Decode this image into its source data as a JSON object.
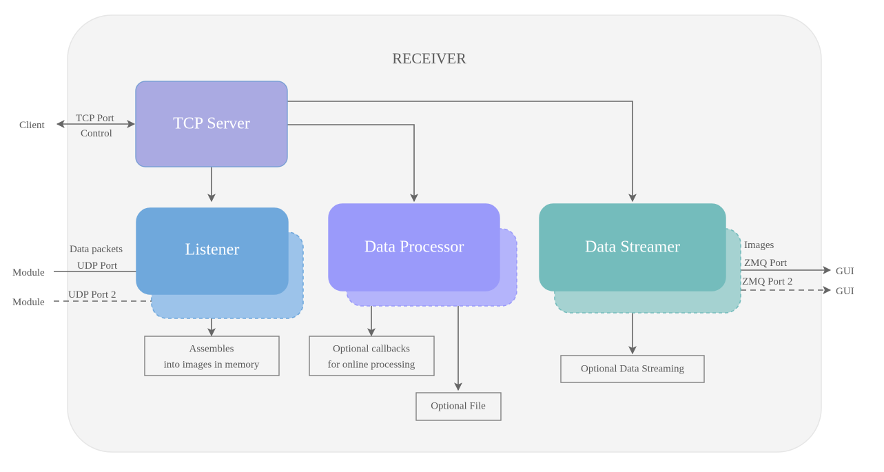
{
  "diagram": {
    "type": "flow-diagram",
    "container_title": "RECEIVER",
    "background": "#ffffff",
    "container_fill": "#f4f4f4",
    "arrow_color": "#666666",
    "text_color": "#5a5a5a"
  },
  "nodes": {
    "tcp_server": {
      "label": "TCP Server",
      "color": "#aaaae2"
    },
    "listener": {
      "label": "Listener",
      "color": "#6fa8dc",
      "shadow_color": "#9cc3ea"
    },
    "data_processor": {
      "label": "Data Processor",
      "color": "#9a9afa",
      "shadow_color": "#b4b4fb"
    },
    "data_streamer": {
      "label": "Data Streamer",
      "color": "#74bcbc",
      "shadow_color": "#a5d2d1"
    }
  },
  "sinks": {
    "assembles": {
      "line1": "Assembles",
      "line2": "into images in memory"
    },
    "callbacks": {
      "line1": "Optional callbacks",
      "line2": "for online processing"
    },
    "optional_file": {
      "line1": "Optional File"
    },
    "optional_streaming": {
      "line1": "Optional Data Streaming"
    }
  },
  "externals": {
    "client": "Client",
    "module_1": "Module",
    "module_2": "Module",
    "gui_1": "GUI",
    "gui_2": "GUI"
  },
  "edge_labels": {
    "tcp_port": "TCP Port",
    "control": "Control",
    "data_packets": "Data packets",
    "udp_port": "UDP Port",
    "udp_port_2": "UDP Port 2",
    "images": "Images",
    "zmq_port": "ZMQ Port",
    "zmq_port_2": "ZMQ Port 2"
  }
}
